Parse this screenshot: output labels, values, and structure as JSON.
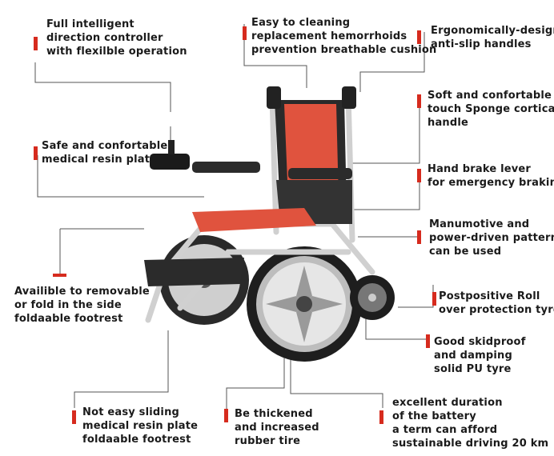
{
  "callouts": [
    {
      "id": "direction-controller",
      "lines": [
        "Full intelligent",
        "direction controller",
        "with flexilble operation"
      ]
    },
    {
      "id": "breathable-cushion",
      "lines": [
        "Easy to cleaning",
        "replacement hemorrhoids",
        "prevention  breathable cushion"
      ]
    },
    {
      "id": "anti-slip-handles",
      "lines": [
        "Ergonomically-designed",
        "anti-slip handles"
      ]
    },
    {
      "id": "sponge-handle",
      "lines": [
        "Soft and confortable",
        "touch Sponge cortical",
        "handle"
      ]
    },
    {
      "id": "resin-plate",
      "lines": [
        "Safe and confortable",
        "medical resin plate"
      ]
    },
    {
      "id": "hand-brake",
      "lines": [
        "Hand brake lever",
        "for emergency braking"
      ]
    },
    {
      "id": "power-pattern",
      "lines": [
        "Manumotive and",
        "power-driven pattern",
        "can be used"
      ]
    },
    {
      "id": "removable-footrest",
      "lines": [
        "Availible to removable",
        "or fold in the side",
        "foldaable footrest"
      ]
    },
    {
      "id": "roll-protection",
      "lines": [
        "Postpositive Roll",
        "over protection  tyre"
      ]
    },
    {
      "id": "pu-tyre",
      "lines": [
        "Good skidproof",
        "and damping",
        "solid PU tyre"
      ]
    },
    {
      "id": "sliding-footrest",
      "lines": [
        "Not easy sliding",
        "medical resin plate",
        "foldaable footrest"
      ]
    },
    {
      "id": "rubber-tire",
      "lines": [
        "Be thickened",
        "and increased",
        "rubber tire"
      ]
    },
    {
      "id": "battery",
      "lines": [
        "excellent duration",
        "of the battery",
        "a term can afford",
        "sustainable driving 20 km"
      ]
    }
  ],
  "colors": {
    "accent": "#d62b1e",
    "seat": "#e0533e",
    "frame": "#d8d8d8",
    "tire": "#1e1e1e"
  }
}
